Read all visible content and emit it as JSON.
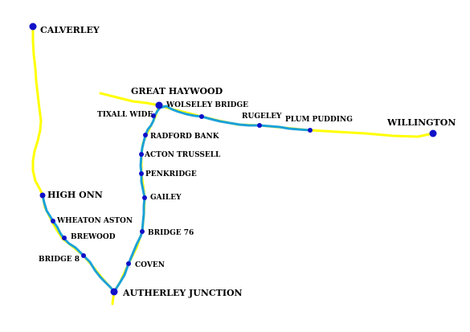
{
  "colors": {
    "background": "#ffffff",
    "canal_line": "#ffff00",
    "route_line": "#1ba1d8",
    "place_marker": "#1010c8",
    "label_text": "#000000"
  },
  "places": {
    "calverley": "CALVERLEY",
    "great_haywood": "GREAT HAYWOOD",
    "tixall_wide": "TIXALL WIDE",
    "wolseley_bridge": "WOLSELEY BRIDGE",
    "rugeley": "RUGELEY",
    "plum_pudding": "PLUM PUDDING",
    "willington": "WILLINGTON",
    "radford_bank": "RADFORD BANK",
    "acton_trussell": "ACTON TRUSSELL",
    "penkridge": "PENKRIDGE",
    "gailey": "GAILEY",
    "high_onn": "HIGH ONN",
    "wheaton_aston": "WHEATON ASTON",
    "brewood": "BREWOOD",
    "bridge_76": "BRIDGE 76",
    "bridge_8": "BRIDGE 8",
    "coven": "COVEN",
    "autherley_junction": "AUTHERLEY JUNCTION"
  }
}
